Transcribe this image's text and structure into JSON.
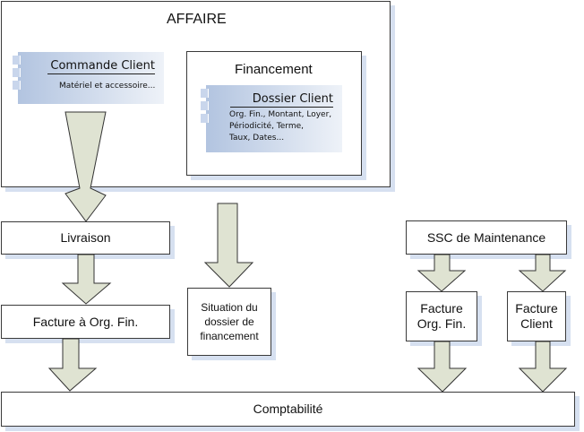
{
  "affaire": {
    "title": "AFFAIRE"
  },
  "commande": {
    "title": "Commande Client",
    "detail": "Matériel et accessoire..."
  },
  "financement": {
    "title": "Financement"
  },
  "dossier": {
    "title": "Dossier Client",
    "detail": "Org. Fin., Montant, Loyer,\nPériodicité, Terme,\nTaux, Dates..."
  },
  "livraison": {
    "label": "Livraison"
  },
  "facture_org": {
    "label": "Facture à Org. Fin."
  },
  "situation": {
    "label": "Situation du dossier de financement"
  },
  "ssc": {
    "label": "SSC de Maintenance"
  },
  "facture_org_fin": {
    "label": "Facture Org. Fin."
  },
  "facture_client": {
    "label": "Facture Client"
  },
  "comptabilite": {
    "label": "Comptabilité"
  },
  "colors": {
    "arrow_fill": "#dfe3d2",
    "shadow": "#d6e0f0"
  }
}
